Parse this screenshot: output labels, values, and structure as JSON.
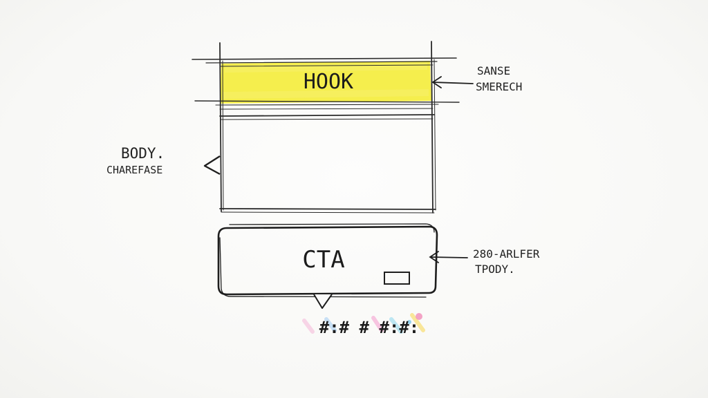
{
  "sections": {
    "hook": {
      "label": "HOOK",
      "highlight_color": "#f4ec3a"
    },
    "body": {
      "label": ""
    },
    "cta": {
      "label": "CTA"
    }
  },
  "annotations": {
    "hook": {
      "line1": "SANSE",
      "line2": "SMERECH"
    },
    "body": {
      "line1": "BODY.",
      "line2": "CHAREFASE"
    },
    "cta": {
      "line1": "280-ARLFER",
      "line2": "TPODY."
    }
  },
  "footer_scribble": "#:# # #:#:"
}
